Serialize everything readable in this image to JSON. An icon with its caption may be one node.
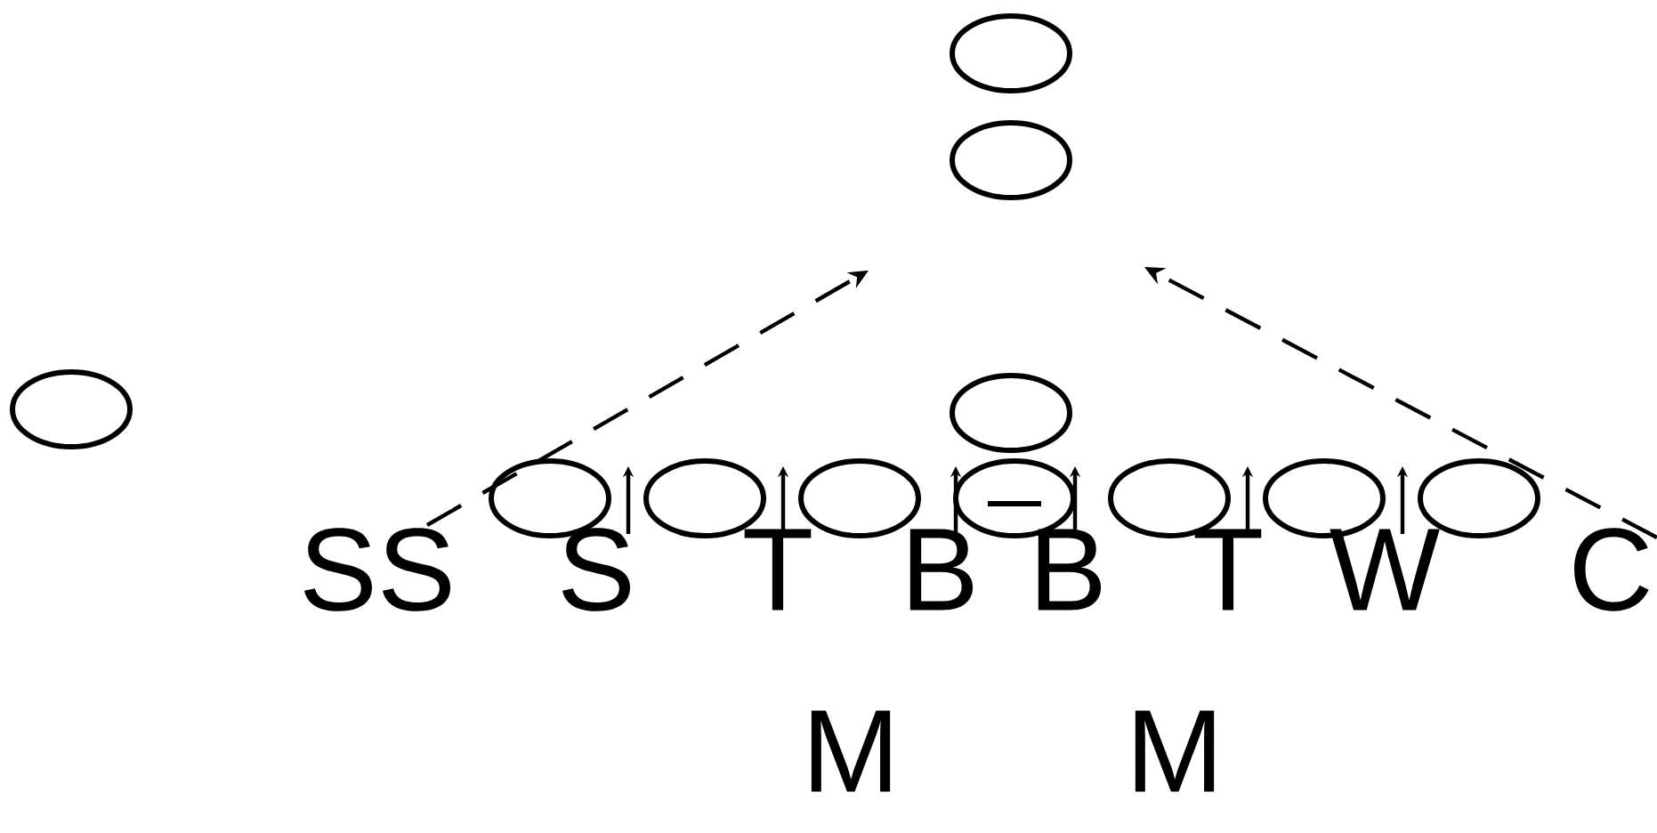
{
  "diagram": {
    "nodes": [
      {
        "text": [],
        "shape": "circle"
      },
      {
        "text": [],
        "shape": "circle"
      },
      {
        "text": [],
        "shape": "circle"
      },
      {
        "text": [],
        "shape": "circle"
      },
      {
        "text": [],
        "shape": "circle"
      },
      {
        "text": [],
        "shape": "circle"
      },
      {
        "text": [],
        "shape": "circle"
      },
      {
        "text": [],
        "shape": "circle"
      },
      {
        "text": [],
        "shape": "circle"
      },
      {
        "text": [],
        "shape": "circle"
      },
      {
        "text": [],
        "shape": "circle"
      }
    ],
    "labels": [
      "SS",
      "S",
      "T",
      "B",
      "B",
      "T",
      "W",
      "C",
      "M",
      "M"
    ]
  }
}
